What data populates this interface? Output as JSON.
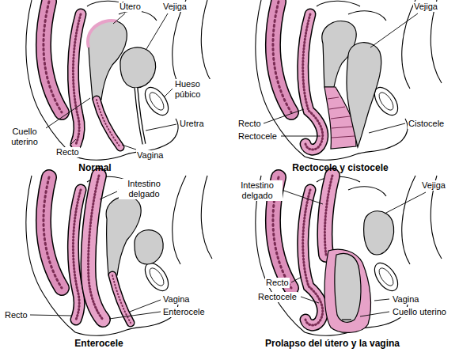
{
  "diagram": {
    "labels": [
      "Útero",
      "Vejiga",
      "Hueso púbico",
      "Uretra",
      "Cuello uterino",
      "Recto",
      "Vagina",
      "Normal",
      "Vejiga",
      "Recto",
      "Rectocele",
      "Cistocele",
      "Rectocele y cistocele",
      "Intestino delgado",
      "Vagina",
      "Enterocele",
      "Recto",
      "Enterocele",
      "Intestino delgado",
      "Vejiga",
      "Recto",
      "Rectocele",
      "Vagina",
      "Cuello uterino",
      "Prolapso del útero y la vagina"
    ]
  }
}
